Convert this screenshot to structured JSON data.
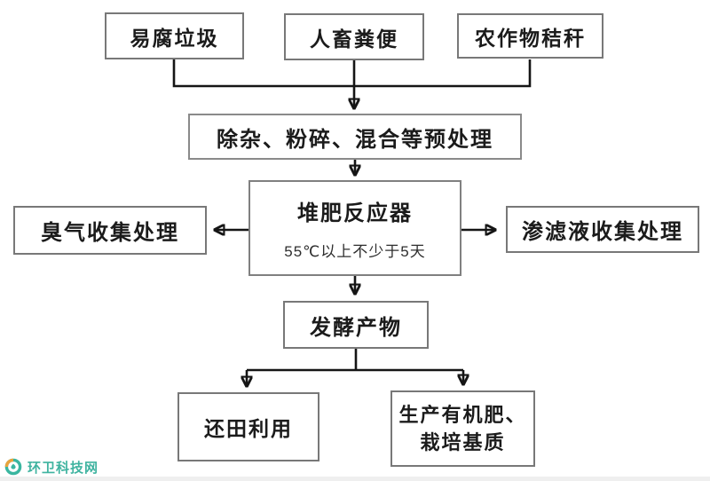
{
  "flowchart": {
    "sources": [
      {
        "label": "易腐垃圾"
      },
      {
        "label": "人畜粪便"
      },
      {
        "label": "农作物秸秆"
      }
    ],
    "pretreatment": {
      "label": "除杂、粉碎、混合等预处理"
    },
    "reactor": {
      "title": "堆肥反应器",
      "condition": "55℃以上不少于5天"
    },
    "odor": {
      "label": "臭气收集处理"
    },
    "leachate": {
      "label": "渗滤液收集处理"
    },
    "product": {
      "label": "发酵产物"
    },
    "outputs": [
      {
        "label": "还田利用"
      },
      {
        "lines": [
          "生产有机肥、",
          "栽培基质"
        ]
      }
    ]
  },
  "watermark": {
    "site_name": "环卫科技网",
    "logo_icon": "swirl-ring-icon"
  },
  "colors": {
    "box_border": "#787878",
    "arrow": "#151515",
    "background": "#ffffff",
    "text": "#1b1b1b",
    "watermark_teal": "#3fb3a0",
    "watermark_orange": "#e8a33d"
  }
}
